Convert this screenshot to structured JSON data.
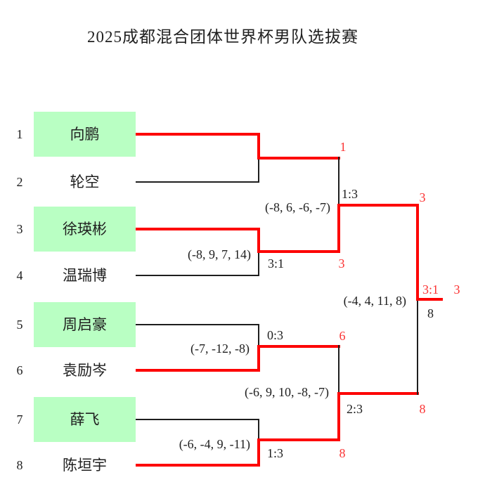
{
  "title": "2025成都混合团体世界杯男队选拔赛",
  "colors": {
    "highlight_green": "#b9ffc3",
    "bracket_red": "#fd0202",
    "label_red": "#fb3333",
    "line_black": "#1e1e1e"
  },
  "players": [
    {
      "seed": "1",
      "name": "向鹏",
      "highlighted": true
    },
    {
      "seed": "2",
      "name": "轮空",
      "highlighted": false
    },
    {
      "seed": "3",
      "name": "徐瑛彬",
      "highlighted": true
    },
    {
      "seed": "4",
      "name": "温瑞博",
      "highlighted": false
    },
    {
      "seed": "5",
      "name": "周启豪",
      "highlighted": true
    },
    {
      "seed": "6",
      "name": "袁励岑",
      "highlighted": false
    },
    {
      "seed": "7",
      "name": "薛飞",
      "highlighted": true
    },
    {
      "seed": "8",
      "name": "陈垣宇",
      "highlighted": false
    }
  ],
  "round1": [
    {
      "match": "1 vs 2",
      "sets": "",
      "score": "",
      "winner": "1"
    },
    {
      "match": "3 vs 4",
      "sets": "(-8, 9, 7, 14)",
      "score": "3:1",
      "winner": "3"
    },
    {
      "match": "5 vs 6",
      "sets": "(-7, -12, -8)",
      "score": "0:3",
      "winner": "6"
    },
    {
      "match": "7 vs 8",
      "sets": "(-6, -4, 9, -11)",
      "score": "1:3",
      "winner": "8"
    }
  ],
  "semifinals": [
    {
      "match": "1 vs 3",
      "sets": "(-8, 6, -6, -7)",
      "score": "1:3",
      "winner": "3"
    },
    {
      "match": "6 vs 8",
      "sets": "(-6, 9, 10, -8, -7)",
      "score": "2:3",
      "winner": "8"
    }
  ],
  "final": {
    "match": "3 vs 8",
    "sets": "(-4, 4, 11, 8)",
    "score": "3:1",
    "winner": "3",
    "runner_up": "8"
  }
}
